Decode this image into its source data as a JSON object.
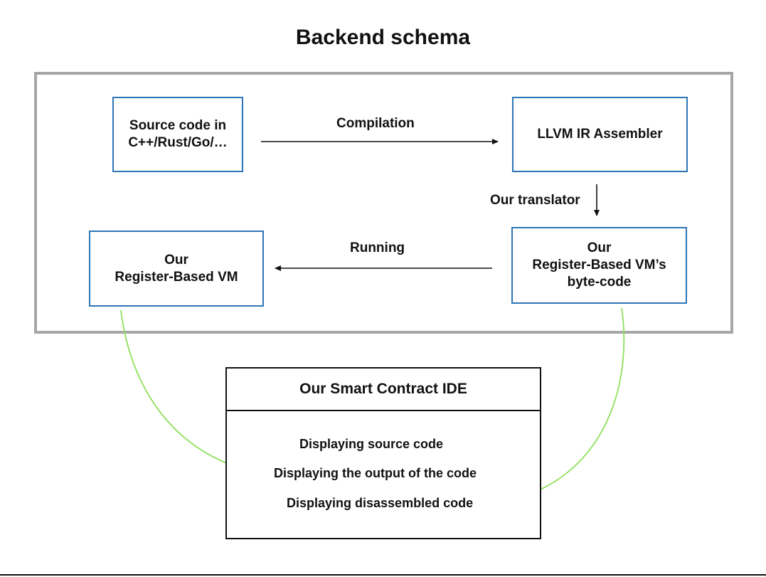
{
  "title": "Backend schema",
  "nodes": {
    "source": "Source code in\nC++/Rust/Go/…",
    "llvm": "LLVM IR Assembler",
    "bytecode": "Our\nRegister-Based VM’s\nbyte-code",
    "vm": "Our\nRegister-Based VM"
  },
  "edges": {
    "compilation": "Compilation",
    "translator": "Our translator",
    "running": "Running"
  },
  "ide": {
    "title": "Our Smart Contract IDE",
    "items": [
      "Displaying source code",
      "Displaying the output of the code",
      "Displaying disassembled code"
    ]
  },
  "colors": {
    "node_border": "#2e75b6",
    "frame_border": "#a6a6a6",
    "green_connector": "#8ee05a"
  }
}
